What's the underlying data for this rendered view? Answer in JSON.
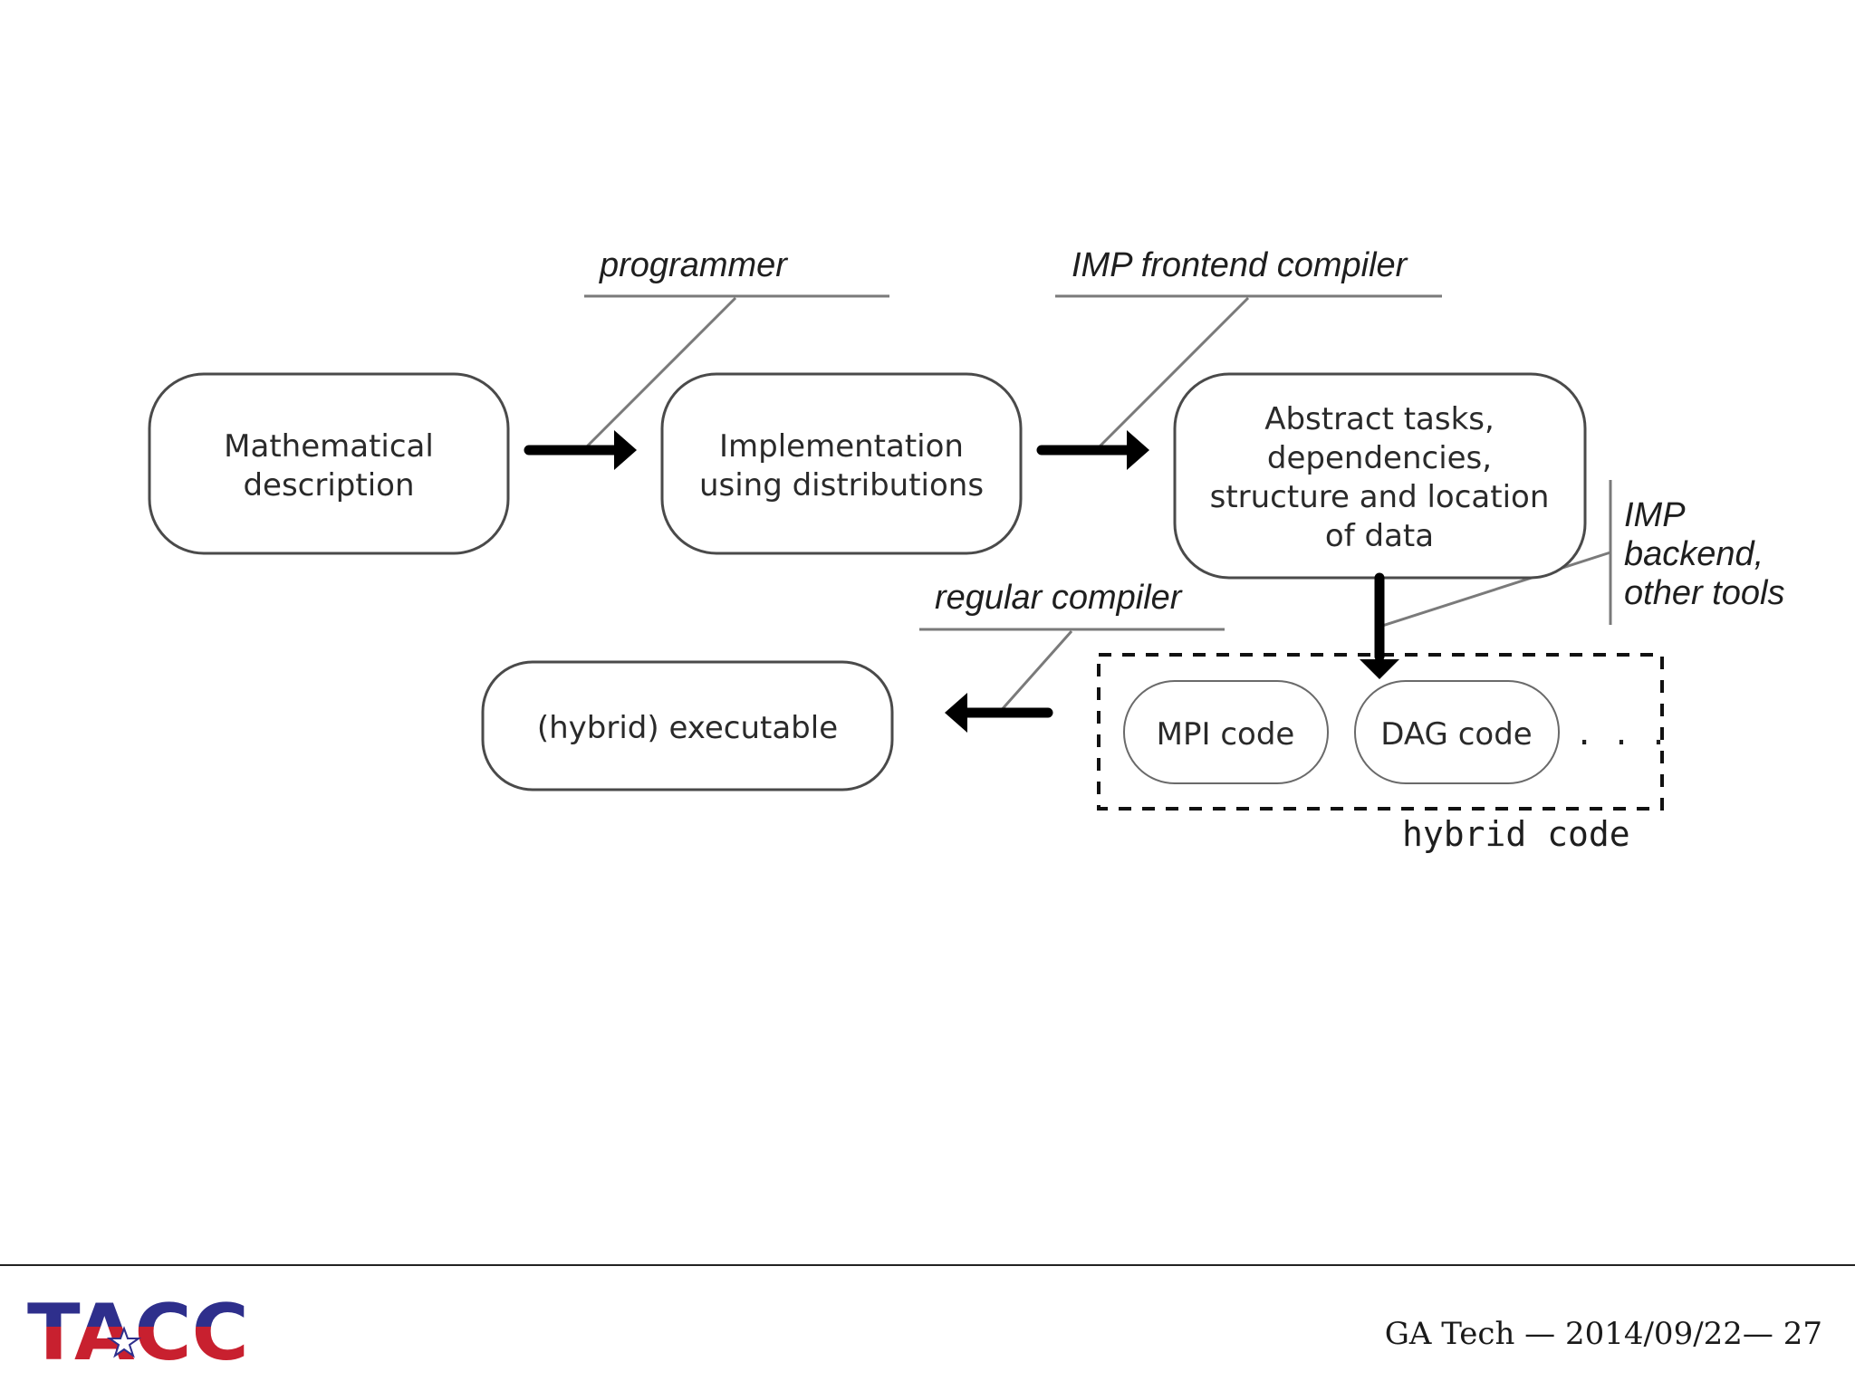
{
  "diagram": {
    "nodes": {
      "math": {
        "line1": "Mathematical",
        "line2": "description"
      },
      "impl": {
        "line1": "Implementation",
        "line2": "using distributions"
      },
      "abstract": {
        "line1": "Abstract tasks,",
        "line2": "dependencies,",
        "line3": "structure and location",
        "line4": "of data"
      },
      "executable": {
        "label": "(hybrid) executable"
      },
      "mpi": {
        "label": "MPI code"
      },
      "dag": {
        "label": "DAG code"
      },
      "ellipsis": {
        "label": ". . ."
      }
    },
    "annotations": {
      "programmer": "programmer",
      "frontend": "IMP frontend compiler",
      "backend": {
        "line1": "IMP",
        "line2": "backend,",
        "line3": "other tools"
      },
      "regular": "regular compiler"
    },
    "group_label": "hybrid code"
  },
  "footer": {
    "text": "GA Tech — 2014/09/22— 27",
    "logo_text": "TACC"
  },
  "colors": {
    "box_stroke": "#4a4a4a",
    "annot_line": "#7a7a7a",
    "arrow": "#000000",
    "logo_blue": "#2e2f8c",
    "logo_red": "#c8202f"
  }
}
